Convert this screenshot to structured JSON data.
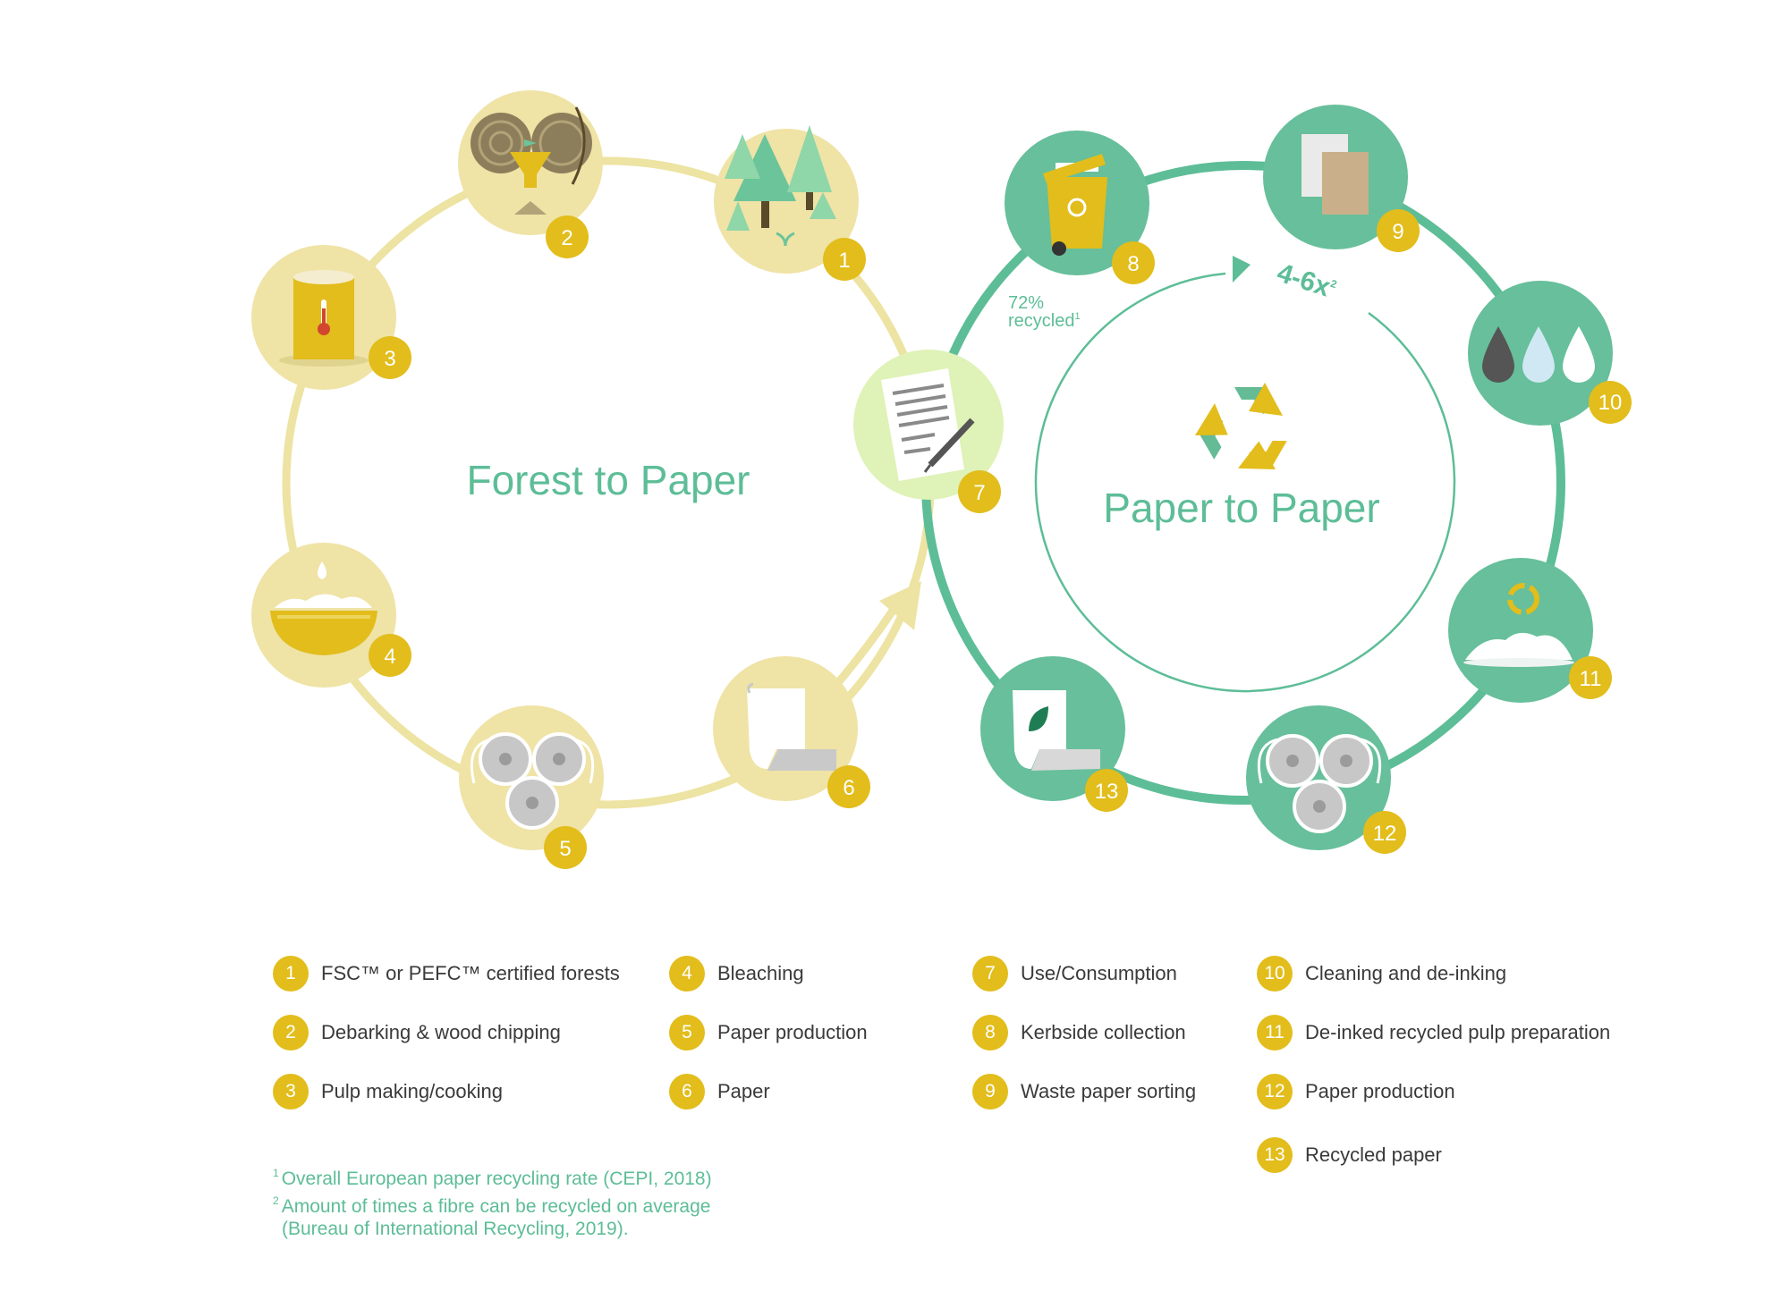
{
  "colors": {
    "yellow_ring": "#ede3a2",
    "yellow_node": "#efe3a6",
    "yellow_accent": "#e2bd1b",
    "green_ring": "#5dbd97",
    "green_node": "#67bf9b",
    "light_green_node": "#dff2b7",
    "text_green": "#5dbd97",
    "text_dark": "#3a3a3a"
  },
  "cycles": {
    "forest": {
      "title": "Forest to Paper"
    },
    "paper": {
      "title": "Paper to Paper"
    }
  },
  "annotations": {
    "recycled_pct": "72%",
    "recycled_word": "recycled",
    "recycled_sup": "1",
    "times": "4-6x",
    "times_sup": "2"
  },
  "nodes": [
    {
      "num": "1",
      "icon": "forest-trees-icon"
    },
    {
      "num": "2",
      "icon": "debarking-logs-icon"
    },
    {
      "num": "3",
      "icon": "pulp-vat-thermometer-icon"
    },
    {
      "num": "4",
      "icon": "bleaching-bowl-icon"
    },
    {
      "num": "5",
      "icon": "paper-rolls-icon"
    },
    {
      "num": "6",
      "icon": "paper-sheet-icon"
    },
    {
      "num": "7",
      "icon": "document-pen-icon"
    },
    {
      "num": "8",
      "icon": "recycling-bin-icon"
    },
    {
      "num": "9",
      "icon": "paper-sorting-icon"
    },
    {
      "num": "10",
      "icon": "ink-drops-icon"
    },
    {
      "num": "11",
      "icon": "recycled-pulp-icon"
    },
    {
      "num": "12",
      "icon": "paper-rolls-icon"
    },
    {
      "num": "13",
      "icon": "recycled-paper-icon"
    }
  ],
  "center_icon": "recycle-arrows-icon",
  "legend": [
    {
      "num": "1",
      "label": "FSC™ or PEFC™ certified forests"
    },
    {
      "num": "2",
      "label": "Debarking & wood chipping"
    },
    {
      "num": "3",
      "label": "Pulp making/cooking"
    },
    {
      "num": "4",
      "label": "Bleaching"
    },
    {
      "num": "5",
      "label": "Paper production"
    },
    {
      "num": "6",
      "label": "Paper"
    },
    {
      "num": "7",
      "label": "Use/Consumption"
    },
    {
      "num": "8",
      "label": "Kerbside collection"
    },
    {
      "num": "9",
      "label": "Waste paper sorting"
    },
    {
      "num": "10",
      "label": "Cleaning and de-inking"
    },
    {
      "num": "11",
      "label": "De-inked recycled pulp preparation"
    },
    {
      "num": "12",
      "label": "Paper production"
    },
    {
      "num": "13",
      "label": "Recycled paper"
    }
  ],
  "footnotes": [
    {
      "mark": "1",
      "lines": [
        "Overall European paper recycling rate (CEPI, 2018)"
      ]
    },
    {
      "mark": "2",
      "lines": [
        "Amount of times a fibre can be recycled on average",
        "(Bureau of International Recycling, 2019)."
      ]
    }
  ]
}
